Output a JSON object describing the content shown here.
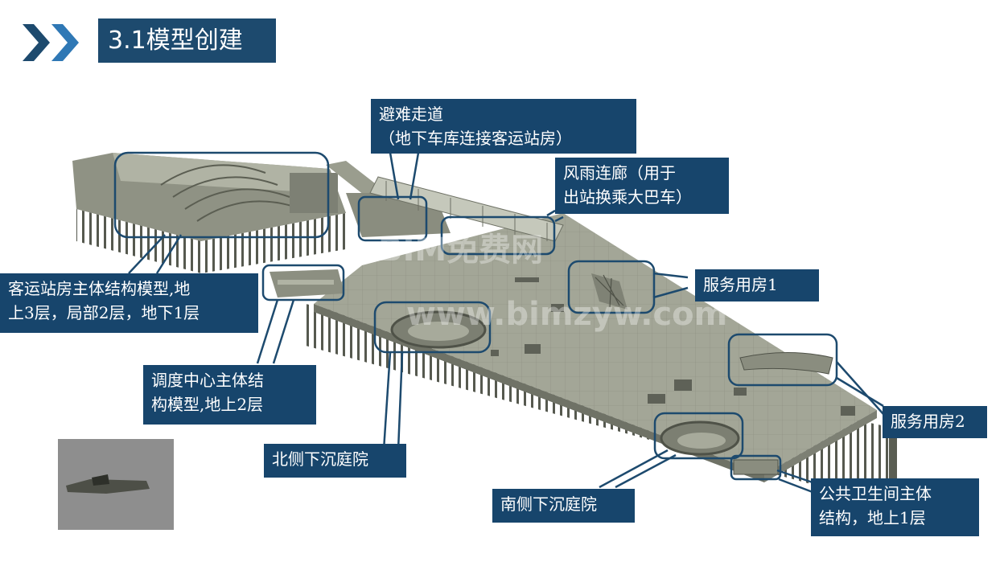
{
  "slide": {
    "title": "3.1模型创建"
  },
  "labels": {
    "passenger_station": [
      "客运站房主体结构模型,地",
      "上3层，局部2层，地下1层"
    ],
    "refuge_passage": [
      "避难走道",
      "（地下车库连接客运站房）"
    ],
    "canopy_corridor": [
      "风雨连廊（用于",
      "出站换乘大巴车）"
    ],
    "service_room_1": [
      "服务用房1"
    ],
    "service_room_2": [
      "服务用房2"
    ],
    "dispatch_center": [
      "调度中心主体结",
      "构模型,地上2层"
    ],
    "north_courtyard": [
      "北侧下沉庭院"
    ],
    "south_courtyard": [
      "南侧下沉庭院"
    ],
    "public_toilet": [
      "公共卫生间主体",
      "结构，地上1层"
    ]
  },
  "watermark": {
    "line1": "BIM免费网",
    "line2": "www.bimzyw.com"
  },
  "colors": {
    "label_bg": "#17456c",
    "accent": "#2a5f8e",
    "model": "#9a9d8e"
  }
}
